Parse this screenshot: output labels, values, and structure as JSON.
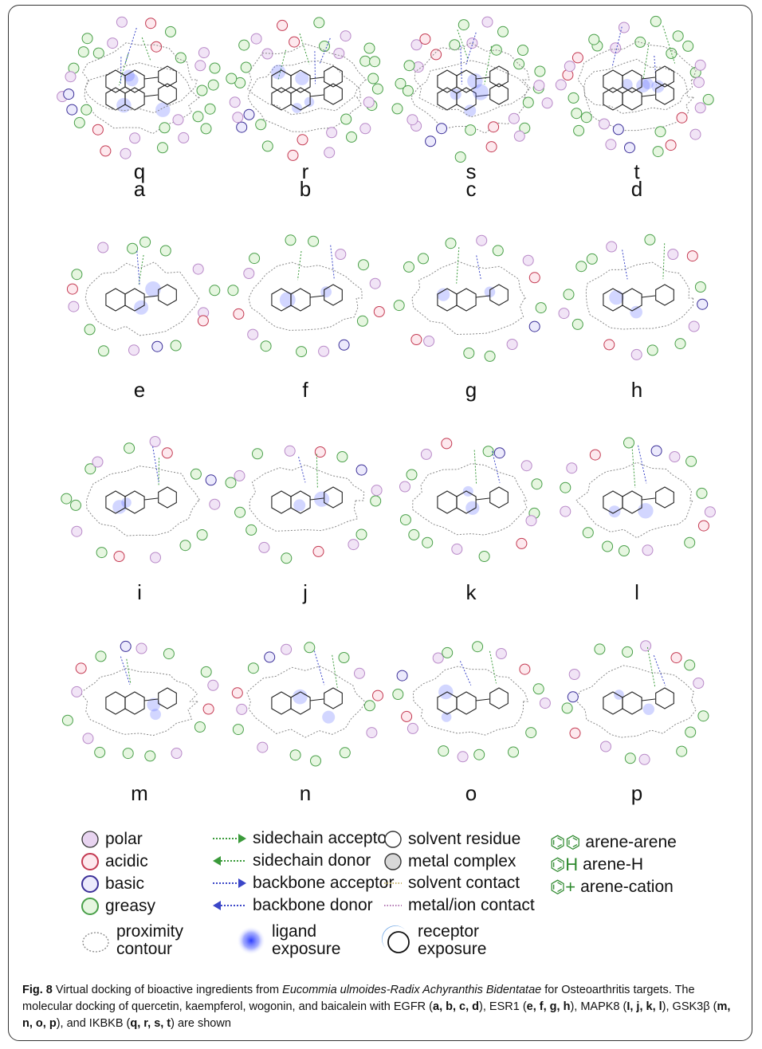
{
  "figure": {
    "panels": [
      "a",
      "b",
      "c",
      "d",
      "e",
      "f",
      "g",
      "h",
      "i",
      "j",
      "k",
      "l",
      "m",
      "n",
      "o",
      "p",
      "q",
      "r",
      "s",
      "t"
    ]
  },
  "legend": {
    "residue_types": [
      {
        "label": "polar",
        "color": "#d9b3e6"
      },
      {
        "label": "acidic",
        "color": "#e05a6a"
      },
      {
        "label": "basic",
        "color": "#5a4fb8"
      },
      {
        "label": "greasy",
        "color": "#9bd48f"
      }
    ],
    "proximity": {
      "line1": "proximity",
      "line2": "contour"
    },
    "interactions": [
      {
        "label": "sidechain acceptor",
        "color": "#3a9a3a"
      },
      {
        "label": "sidechain donor",
        "color": "#3a9a3a"
      },
      {
        "label": "backbone acceptor",
        "color": "#3b46c8"
      },
      {
        "label": "backbone donor",
        "color": "#3b46c8"
      }
    ],
    "ligand_exposure": {
      "line1": "ligand",
      "line2": "exposure"
    },
    "residue_states": [
      {
        "label": "solvent residue"
      },
      {
        "label": "metal complex"
      },
      {
        "label": "solvent contact"
      },
      {
        "label": "metal/ion contact"
      }
    ],
    "receptor_exposure": {
      "line1": "receptor",
      "line2": "exposure"
    },
    "arene": [
      {
        "label": "arene-arene",
        "symbol": "⌬⌬"
      },
      {
        "label": "arene-H",
        "symbol": "⌬H"
      },
      {
        "label": "arene-cation",
        "symbol": "⌬+"
      }
    ]
  },
  "caption": {
    "fig_label": "Fig. 8",
    "text1": " Virtual docking of bioactive ingredients from ",
    "species": "Eucommia ulmoides-Radix Achyranthis Bidentatae",
    "text2": " for Osteoarthritis targets. The molecular docking of quercetin, kaempferol, wogonin, and baicalein with EGFR (",
    "g1": "a, b, c, d",
    "t3": "), ESR1 (",
    "g2": "e, f, g, h",
    "t4": "), MAPK8 (",
    "g3": "I, j, k, l",
    "t5": "), GSK3β (",
    "g4": "m, n, o, p",
    "t6": "), and IKBKB (",
    "g5": "q, r, s, t",
    "t7": ") are shown"
  },
  "colors": {
    "polar": "#d9b3e6",
    "acidic": "#e05a6a",
    "basic": "#5a4fb8",
    "greasy": "#9bd48f",
    "contour": "#888888",
    "exposure": "#4a5cff",
    "hbond_green": "#3a9a3a",
    "hbond_blue": "#3b46c8"
  }
}
